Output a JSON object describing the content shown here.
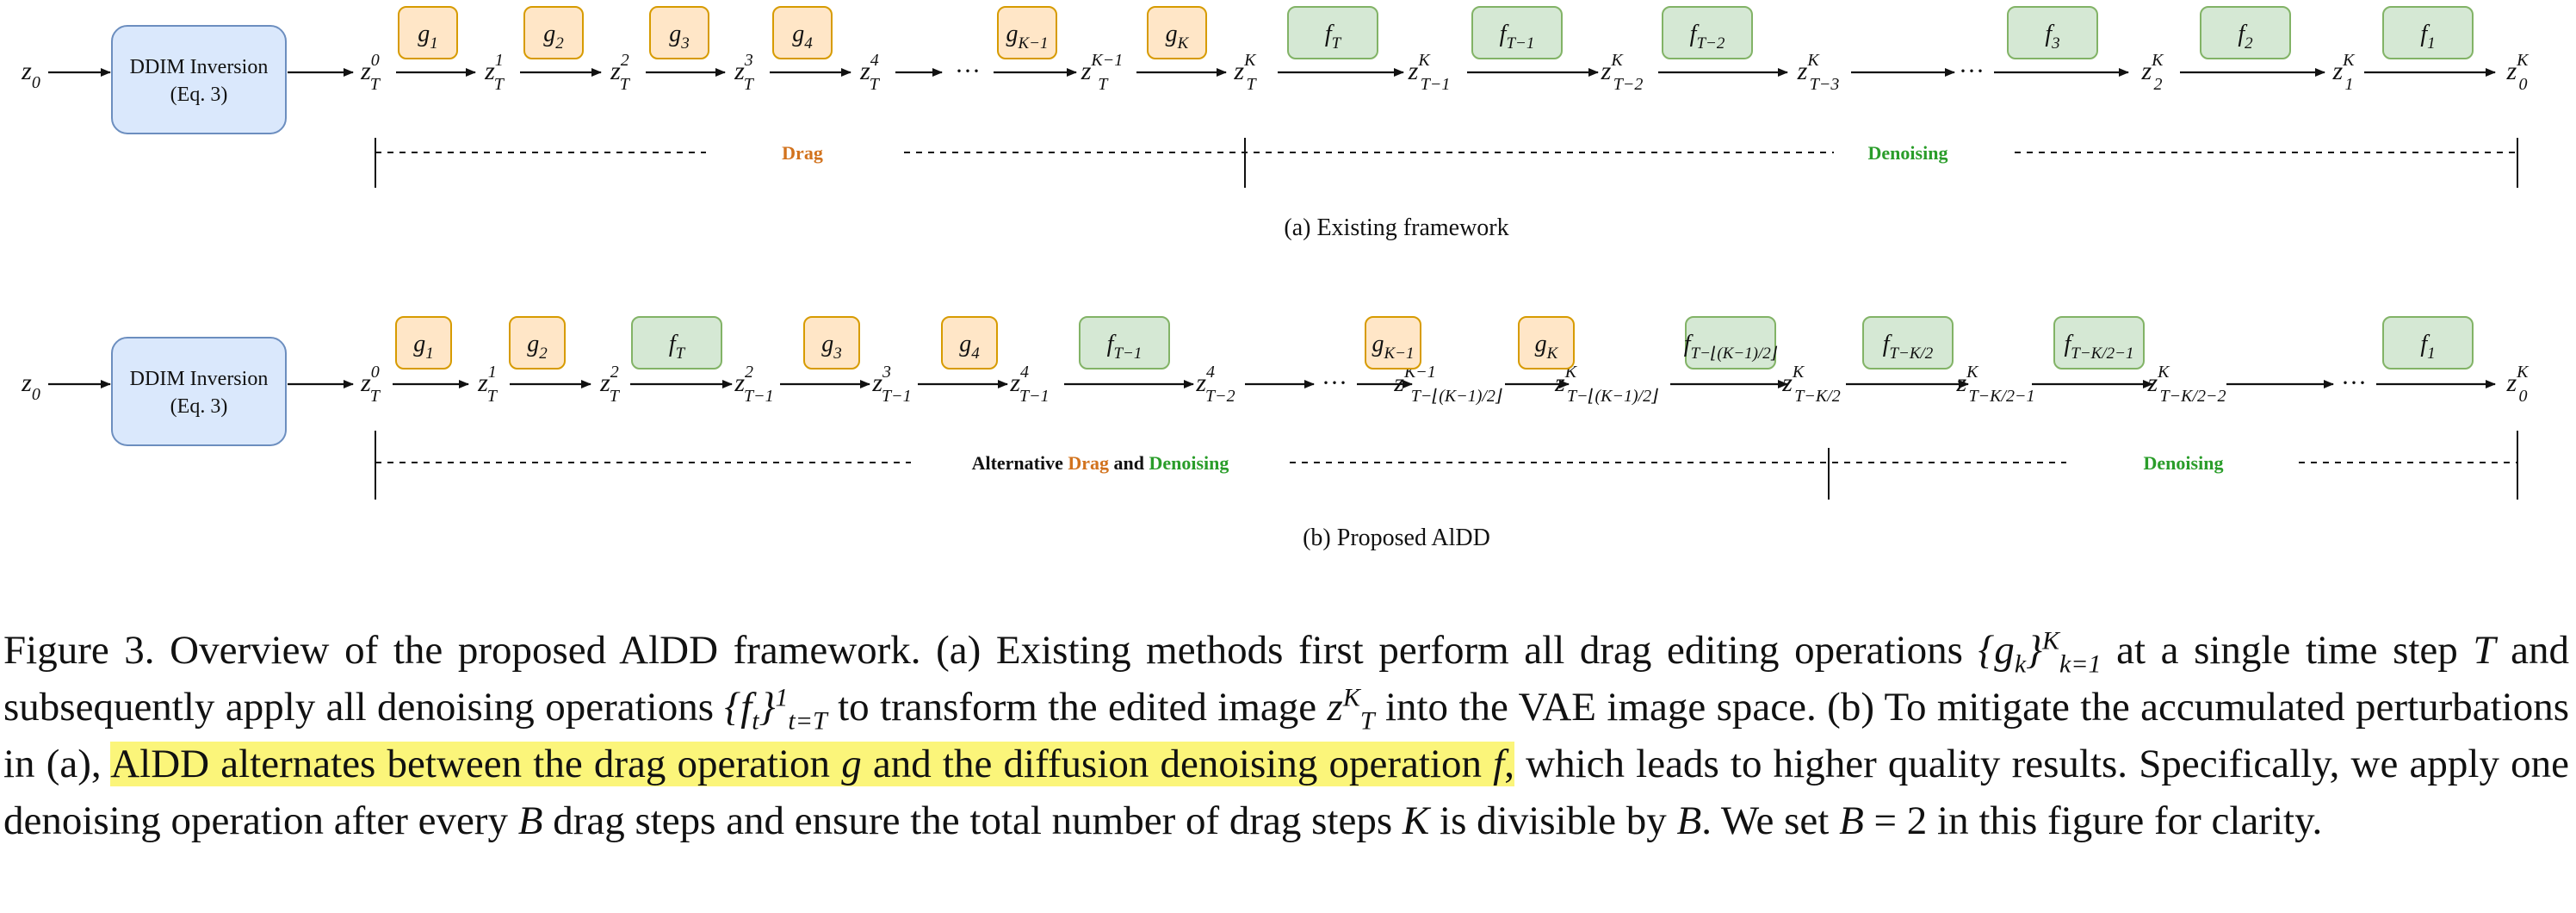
{
  "figure": {
    "input_box": {
      "line1": "DDIM Inversion",
      "line2": "(Eq. 3)"
    },
    "panel_a": {
      "subcaption": "(a) Existing framework",
      "phase_drag": "Drag",
      "phase_denoise": "Denoising",
      "nodes": [
        {
          "base": "z",
          "sub": "0",
          "sup": ""
        },
        {
          "base": "z",
          "sub": "T",
          "sup": "0"
        },
        {
          "base": "z",
          "sub": "T",
          "sup": "1"
        },
        {
          "base": "z",
          "sub": "T",
          "sup": "2"
        },
        {
          "base": "z",
          "sub": "T",
          "sup": "3"
        },
        {
          "base": "z",
          "sub": "T",
          "sup": "4"
        },
        {
          "base": "···",
          "sub": "",
          "sup": ""
        },
        {
          "base": "z",
          "sub": "T",
          "sup": "K−1"
        },
        {
          "base": "z",
          "sub": "T",
          "sup": "K"
        },
        {
          "base": "z",
          "sub": "T−1",
          "sup": "K"
        },
        {
          "base": "z",
          "sub": "T−2",
          "sup": "K"
        },
        {
          "base": "z",
          "sub": "T−3",
          "sup": "K"
        },
        {
          "base": "···",
          "sub": "",
          "sup": ""
        },
        {
          "base": "z",
          "sub": "2",
          "sup": "K"
        },
        {
          "base": "z",
          "sub": "1",
          "sup": "K"
        },
        {
          "base": "z",
          "sub": "0",
          "sup": "K"
        }
      ],
      "ops": [
        {
          "base": "g",
          "sub": "1",
          "kind": "drag"
        },
        {
          "base": "g",
          "sub": "2",
          "kind": "drag"
        },
        {
          "base": "g",
          "sub": "3",
          "kind": "drag"
        },
        {
          "base": "g",
          "sub": "4",
          "kind": "drag"
        },
        {
          "base": "g",
          "sub": "K−1",
          "kind": "drag"
        },
        {
          "base": "g",
          "sub": "K",
          "kind": "drag"
        },
        {
          "base": "f",
          "sub": "T",
          "kind": "denoise"
        },
        {
          "base": "f",
          "sub": "T−1",
          "kind": "denoise"
        },
        {
          "base": "f",
          "sub": "T−2",
          "kind": "denoise"
        },
        {
          "base": "f",
          "sub": "3",
          "kind": "denoise"
        },
        {
          "base": "f",
          "sub": "2",
          "kind": "denoise"
        },
        {
          "base": "f",
          "sub": "1",
          "kind": "denoise"
        }
      ]
    },
    "panel_b": {
      "subcaption": "(b) Proposed AlDD",
      "phase_alt_prefix": "Alternative ",
      "phase_alt_drag": "Drag",
      "phase_alt_and": " and ",
      "phase_alt_denoise": "Denoising",
      "phase_denoise": "Denoising",
      "nodes": [
        {
          "base": "z",
          "sub": "0",
          "sup": ""
        },
        {
          "base": "z",
          "sub": "T",
          "sup": "0"
        },
        {
          "base": "z",
          "sub": "T",
          "sup": "1"
        },
        {
          "base": "z",
          "sub": "T",
          "sup": "2"
        },
        {
          "base": "z",
          "sub": "T−1",
          "sup": "2"
        },
        {
          "base": "z",
          "sub": "T−1",
          "sup": "3"
        },
        {
          "base": "z",
          "sub": "T−1",
          "sup": "4"
        },
        {
          "base": "z",
          "sub": "T−2",
          "sup": "4"
        },
        {
          "base": "···",
          "sub": "",
          "sup": ""
        },
        {
          "base": "z",
          "sub": "T−⌊(K−1)/2⌋",
          "sup": "K−1"
        },
        {
          "base": "z",
          "sub": "T−⌊(K−1)/2⌋",
          "sup": "K"
        },
        {
          "base": "z",
          "sub": "T−K/2",
          "sup": "K"
        },
        {
          "base": "z",
          "sub": "T−K/2−1",
          "sup": "K"
        },
        {
          "base": "z",
          "sub": "T−K/2−2",
          "sup": "K"
        },
        {
          "base": "···",
          "sub": "",
          "sup": ""
        },
        {
          "base": "z",
          "sub": "0",
          "sup": "K"
        }
      ],
      "ops": [
        {
          "base": "g",
          "sub": "1",
          "kind": "drag"
        },
        {
          "base": "g",
          "sub": "2",
          "kind": "drag"
        },
        {
          "base": "f",
          "sub": "T",
          "kind": "denoise"
        },
        {
          "base": "g",
          "sub": "3",
          "kind": "drag"
        },
        {
          "base": "g",
          "sub": "4",
          "kind": "drag"
        },
        {
          "base": "f",
          "sub": "T−1",
          "kind": "denoise"
        },
        {
          "base": "g",
          "sub": "K−1",
          "kind": "drag"
        },
        {
          "base": "g",
          "sub": "K",
          "kind": "drag"
        },
        {
          "base": "f",
          "sub": "T−⌊(K−1)/2⌋",
          "kind": "denoise"
        },
        {
          "base": "f",
          "sub": "T−K/2",
          "kind": "denoise"
        },
        {
          "base": "f",
          "sub": "T−K/2−1",
          "kind": "denoise"
        },
        {
          "base": "f",
          "sub": "1",
          "kind": "denoise"
        }
      ]
    },
    "colors": {
      "drag_fill": "#ffe6c7",
      "drag_stroke": "#d79b00",
      "drag_text": "#d2731e",
      "denoise_fill": "#d5e8d4",
      "denoise_stroke": "#82b366",
      "denoise_text": "#2a9d2a",
      "box_fill": "#dae8fc",
      "box_stroke": "#6c8ebf",
      "highlight": "#fbf57a"
    }
  },
  "caption": {
    "label": "Figure 3.",
    "t1": " Overview of the proposed AlDD framework. (a) Existing methods first perform all drag editing operations ",
    "m1": "{g",
    "m1_sub": "k",
    "m1_close": "}",
    "m1_sup": "K",
    "m1_sub2": "k=1",
    "t2": " at a single time step ",
    "m2": "T",
    "t3": " and subsequently apply all denoising operations ",
    "m3": "{f",
    "m3_sub": "t",
    "m3_close": "}",
    "m3_sup": "1",
    "m3_sub2": "t=T",
    "t4": " to transform the edited image ",
    "m4": "z",
    "m4_sup": "K",
    "m4_sub": "T",
    "t5": " into the VAE image space. (b) To mitigate the accumulated perturbations in (a), ",
    "highlight_a": "AlDD alternates between the drag operation ",
    "highlight_g": "g",
    "highlight_b": " and the diffusion denoising operation ",
    "highlight_f": "f",
    "highlight_c": ",",
    "t6": " which leads to higher quality results. Specifically, we apply one denoising operation after every ",
    "m5": "B",
    "t7": " drag steps and ensure the total number of drag steps ",
    "m6": "K",
    "t8": " is divisible by ",
    "m7": "B",
    "t9": ". We set ",
    "m8": "B",
    "t10": " = 2 in this figure for clarity."
  }
}
